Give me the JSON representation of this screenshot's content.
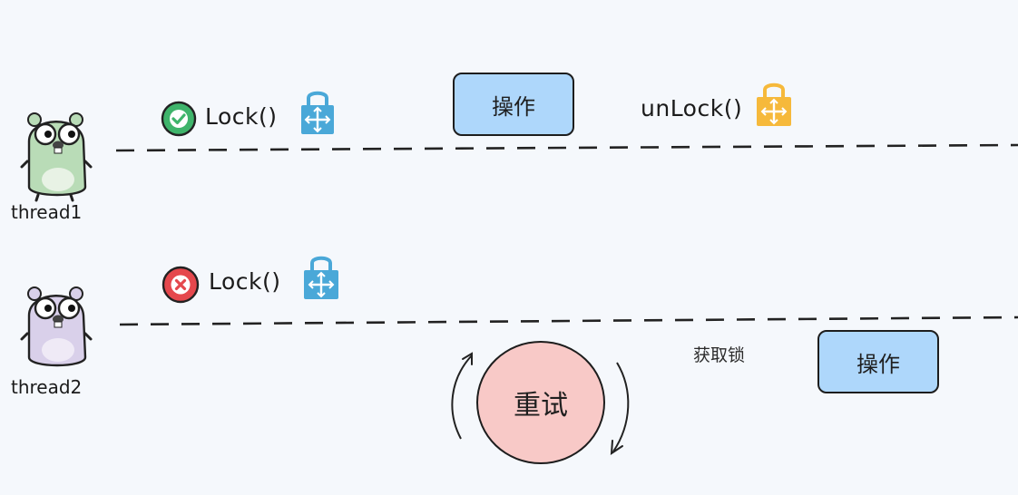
{
  "thread1": {
    "label": "thread1",
    "lock_text": "Lock()",
    "lock_status": "success",
    "operation_label": "操作",
    "unlock_text": "unLock()"
  },
  "thread2": {
    "label": "thread2",
    "lock_text": "Lock()",
    "lock_status": "failed",
    "retry_label": "重试",
    "acquire_label": "获取锁",
    "operation_label": "操作"
  },
  "colors": {
    "background": "#f5f8fc",
    "operation_box": "#aed7fb",
    "retry_circle": "#f8c9c7",
    "success_icon": "#3fb46b",
    "fail_icon": "#e5484d",
    "lock_blue": "#4aa8d8",
    "lock_orange": "#f6b93b",
    "gopher1_body": "#b9dcb7",
    "gopher2_body": "#d9d0ea"
  },
  "icons": {
    "gopher": "gopher-mascot-icon",
    "check": "check-circle-icon",
    "cross": "x-circle-icon",
    "lock": "padlock-icon",
    "cycle": "cycle-arrows-icon"
  }
}
